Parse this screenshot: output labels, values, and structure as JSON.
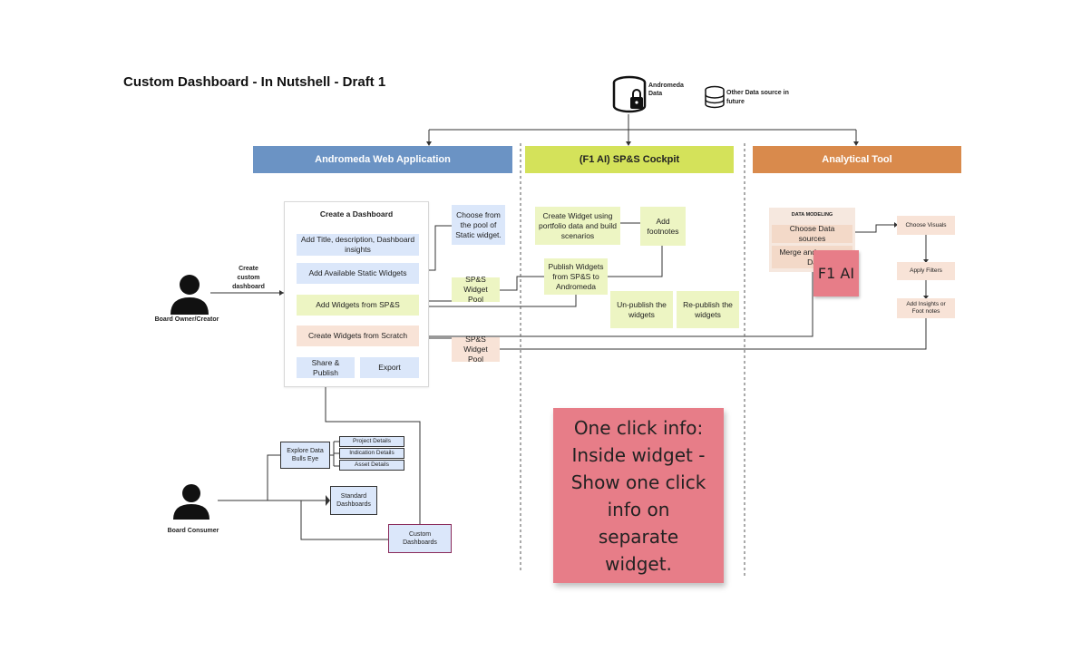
{
  "title": "Custom Dashboard - In Nutshell - Draft 1",
  "sources": {
    "andromeda": "Andromeda Data",
    "other": "Other Data source in future"
  },
  "columns": {
    "web": "Andromeda Web Application",
    "cockpit": "(F1 AI) SP&S Cockpit",
    "analytical": "Analytical Tool"
  },
  "web_app": {
    "panel_title": "Create a Dashboard",
    "items": [
      "Add Title, description, Dashboard insights",
      "Add Available Static Widgets",
      "Add Widgets from SP&S",
      "Create Widgets from Scratch",
      "Share & Publish",
      "Export"
    ],
    "static_pool": "Choose from the pool of Static widget.",
    "pool_sps": "SP&S Widget Pool",
    "pool_scratch": "SP&S Widget Pool"
  },
  "cockpit": {
    "create": "Create Widget using portfolio data and build scenarios",
    "footnotes": "Add footnotes",
    "publish": "Publish Widgets from SP&S to Andromeda",
    "unpublish": "Un-publish the widgets",
    "republish": "Re-publish the widgets"
  },
  "analytical": {
    "modeling_title": "DATA MODELING",
    "choose_sources": "Choose Data sources",
    "merge": "Merge and prepare Da",
    "sticky": "F1 AI",
    "choose_visuals": "Choose Visuals",
    "apply_filters": "Apply Filters",
    "add_insights": "Add Insights or Foot notes"
  },
  "actors": {
    "owner": "Board Owner/Creator",
    "owner_action": "Create custom dashboard",
    "consumer": "Board Consumer"
  },
  "consumer_flow": {
    "explore": "Explore Data Bulls Eye",
    "project": "Project Details",
    "indication": "Indication Details",
    "asset": "Asset Details",
    "standard": "Standard Dashboards",
    "custom": "Custom Dashboards"
  },
  "sticky_note": "One click info: Inside widget - Show one click info on separate widget.",
  "colors": {
    "web_header": "#6b93c4",
    "cockpit_header": "#d4e25a",
    "analytical_header": "#d98a4c",
    "blue_box": "#dbe7fa",
    "green_box": "#edf5c3",
    "peach_box": "#f8e3d7",
    "sticky_pink": "#e77d88"
  }
}
